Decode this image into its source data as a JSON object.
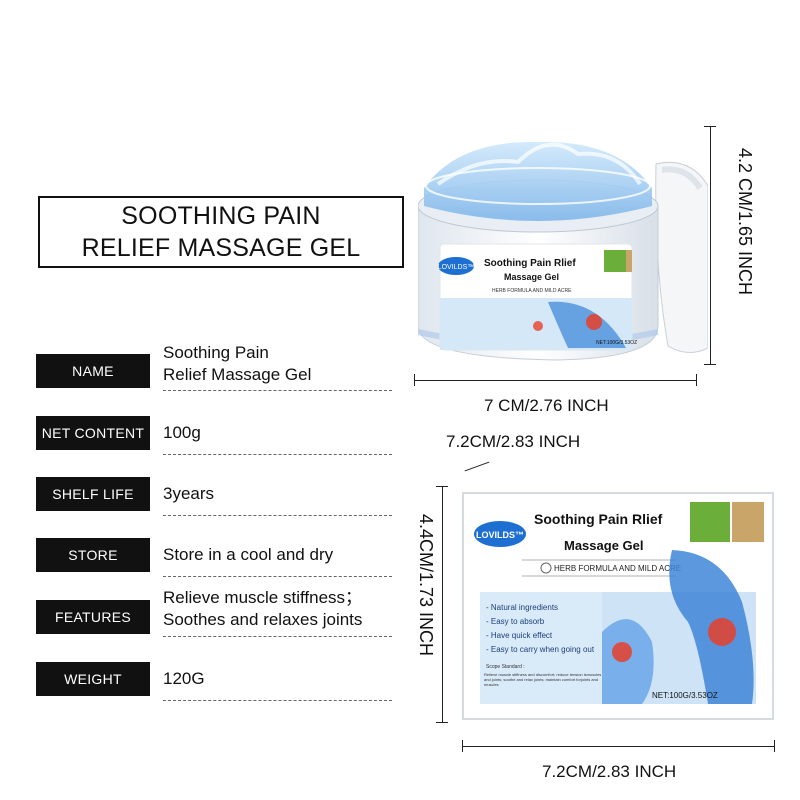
{
  "title": {
    "line1": "SOOTHING PAIN",
    "line2": "RELIEF MASSAGE GEL"
  },
  "specs": [
    {
      "label": "NAME",
      "value_lines": [
        "Soothing Pain",
        "Relief Massage Gel"
      ]
    },
    {
      "label": "NET  CONTENT",
      "value_lines": [
        "100g"
      ]
    },
    {
      "label": "SHELF LIFE",
      "value_lines": [
        "3years"
      ]
    },
    {
      "label": "STORE",
      "value_lines": [
        "Store in a cool and dry"
      ]
    },
    {
      "label": "FEATURES",
      "value_lines": [
        "Relieve muscle stiffness；",
        "Soothes and relaxes joints"
      ]
    },
    {
      "label": "WEIGHT",
      "value_lines": [
        "120G"
      ]
    }
  ],
  "dimensions": {
    "jar_width": "7 CM/2.76 INCH",
    "jar_height": "4.2 CM/1.65 INCH",
    "box_depth": "7.2CM/2.83 INCH",
    "box_height": "4.4CM/1.73 INCH",
    "box_width": "7.2CM/2.83 INCH"
  },
  "product": {
    "brand": "LOVILDS™",
    "name_line1": "Soothing Pain Rlief",
    "name_line2": "Massage Gel",
    "formula": "HERB FORMULA AND MILD ACRE",
    "features": [
      "Natural ingredients",
      "Easy to absorb",
      "Have quick effect",
      "Easy to carry when going out"
    ],
    "scope_title": "Scope Standard :",
    "scope_text": "Relieve muscle stiffness and discomfort; reduce tension ismuscles and joints; soothe and relax joints; maintain comfort forjoints and muscles",
    "net": "NET:100G/3.53OZ",
    "jar_net": "NET:100G/3.53OZ"
  },
  "colors": {
    "gel": "#8ec5f2",
    "brand_blue": "#1d6fd1",
    "pain": "#e8402a"
  }
}
